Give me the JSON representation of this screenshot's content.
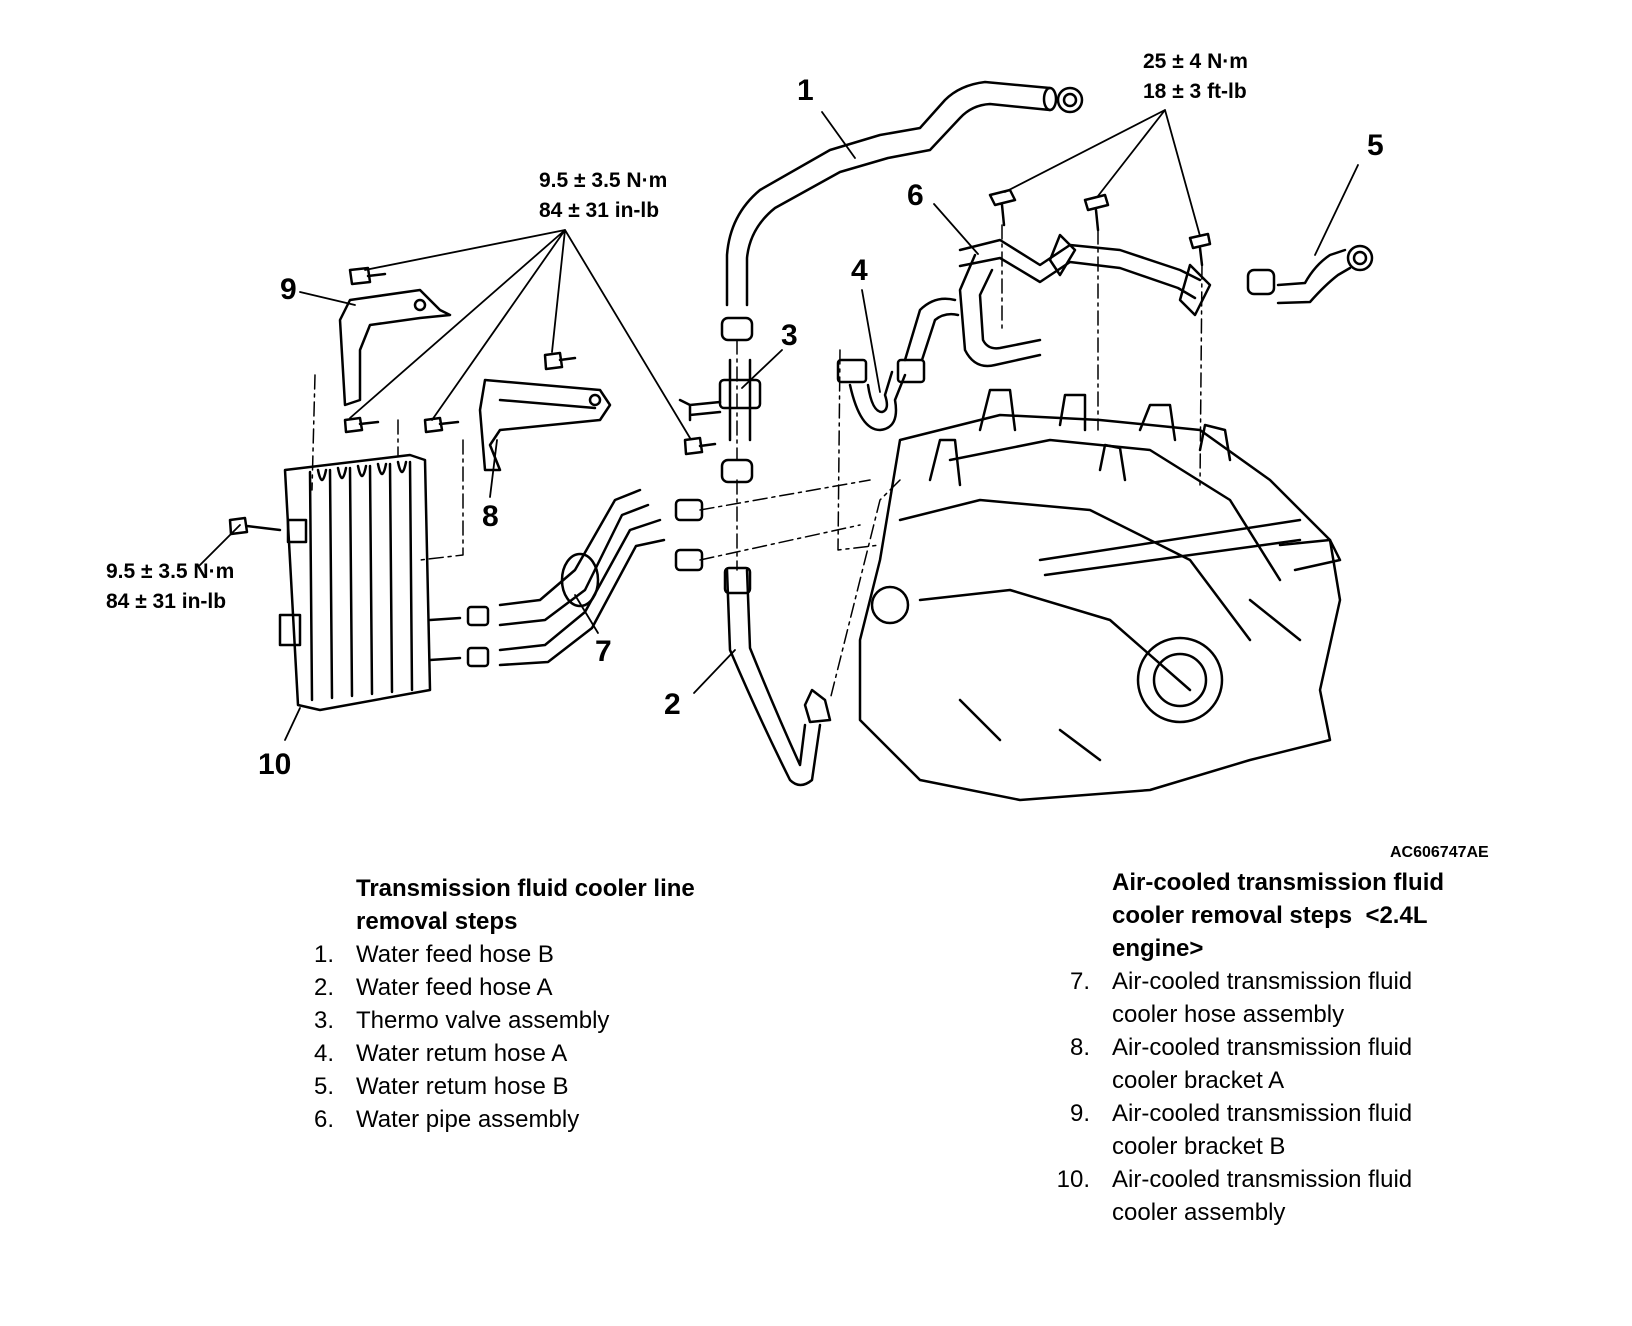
{
  "callouts": [
    "1",
    "2",
    "3",
    "4",
    "5",
    "6",
    "7",
    "8",
    "9",
    "10"
  ],
  "torque_specs": {
    "upper_right": {
      "metric": "25 ± 4 N·m",
      "imperial": "18 ± 3 ft-lb"
    },
    "upper_center": {
      "metric": "9.5 ± 3.5 N·m",
      "imperial": "84 ± 31 in-lb"
    },
    "left": {
      "metric": "9.5 ± 3.5 N·m",
      "imperial": "84 ± 31 in-lb"
    }
  },
  "figure_id": "AC606747AE",
  "left_steps": {
    "heading_line1": "Transmission fluid cooler line",
    "heading_line2": "removal steps",
    "items": [
      {
        "num": "1.",
        "text": "Water feed hose B"
      },
      {
        "num": "2.",
        "text": "Water feed hose A"
      },
      {
        "num": "3.",
        "text": "Thermo valve assembly"
      },
      {
        "num": "4.",
        "text": "Water retum hose A"
      },
      {
        "num": "5.",
        "text": "Water retum hose B"
      },
      {
        "num": "6.",
        "text": "Water pipe assembly"
      }
    ]
  },
  "right_steps": {
    "heading_line1": "Air-cooled transmission fluid",
    "heading_line2": "cooler removal steps  <2.4L",
    "heading_line3": "engine>",
    "items": [
      {
        "num": "7.",
        "line1": "Air-cooled transmission fluid",
        "line2": "cooler hose assembly"
      },
      {
        "num": "8.",
        "line1": "Air-cooled transmission fluid",
        "line2": "cooler bracket A"
      },
      {
        "num": "9.",
        "line1": "Air-cooled transmission fluid",
        "line2": "cooler bracket B"
      },
      {
        "num": "10.",
        "line1": "Air-cooled transmission fluid",
        "line2": "cooler assembly"
      }
    ]
  }
}
